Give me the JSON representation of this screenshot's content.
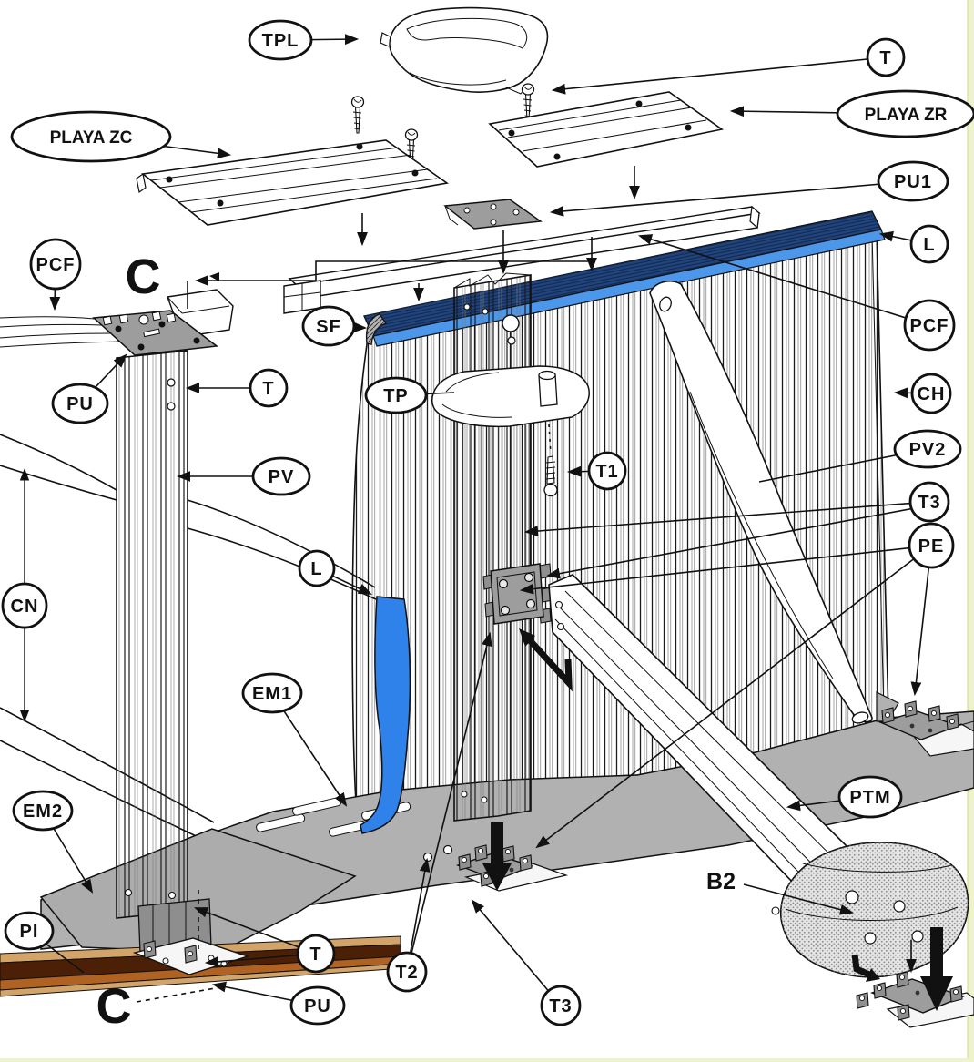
{
  "diagram": {
    "type": "exploded-parts-diagram",
    "subject": "above-ground pool wall assembly",
    "callouts": {
      "tpl": "TPL",
      "t_top": "T",
      "playa_zc": "PLAYA ZC",
      "playa_zr": "PLAYA ZR",
      "pu1": "PU1",
      "l_right": "L",
      "pcf_right": "PCF",
      "ch": "CH",
      "pv2": "PV2",
      "t3_right": "T3",
      "pe": "PE",
      "pcf_left": "PCF",
      "pu_left": "PU",
      "t_left": "T",
      "pv": "PV",
      "sf": "SF",
      "tp": "TP",
      "t1": "T1",
      "l_mid": "L",
      "cn": "CN",
      "em1": "EM1",
      "em2": "EM2",
      "pi": "PI",
      "t_bottom": "T",
      "pu_bottom": "PU",
      "t2": "T2",
      "t3_bottom": "T3",
      "ptm": "PTM"
    },
    "markers": {
      "b2": "B2",
      "corner_top": "C",
      "corner_bottom": "C"
    },
    "colors": {
      "ink": "#111111",
      "liner_dark": "#23447b",
      "liner_light": "#4c97ea",
      "liner_strip": "#2f82e9",
      "floor_gray": "#b1b1b1",
      "plate_gray": "#9d9d9d",
      "clip_gray": "#8f8f8f",
      "pad_gray": "#acacac",
      "wedge_gray": "#8e8e8e",
      "sheet_white": "#f6f6f6",
      "track_light": "#d2a469",
      "track_mid": "#b06222",
      "track_dark": "#4b2006",
      "foot_gray": "#e4e4e4",
      "cap_gray": "#b5b5b5",
      "edge_artifact": "#eff3cc"
    }
  }
}
